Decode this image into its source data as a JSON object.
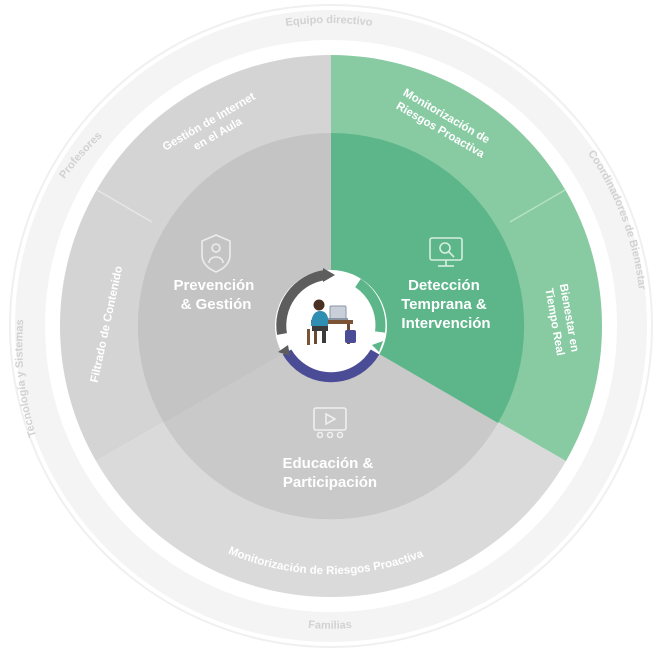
{
  "outer_ring": {
    "top": "Equipo directivo",
    "upper_left": "Profesores",
    "right": "Coordinadores de Bienestar",
    "left": "Tecnología y Sistemas",
    "bottom": "Familias"
  },
  "sectors": {
    "prevention": {
      "title_line1": "Prevención",
      "title_line2": "& Gestión",
      "icon": "shield-person-icon",
      "sub_top_line1": "Gestión de Internet",
      "sub_top_line2": "en el Aula",
      "sub_left": "Filtrado de Contenido"
    },
    "detection": {
      "title_line1": "Detección",
      "title_line2": "Temprana &",
      "title_line3": "Intervención",
      "icon": "monitor-search-icon",
      "sub_top_line1": "Monitorización de",
      "sub_top_line2": "Riesgos Proactiva",
      "sub_right_line1": "Bienestar en",
      "sub_right_line2": "Tiempo Real"
    },
    "education": {
      "title_line1": "Educación &",
      "title_line2": "Participación",
      "icon": "video-audience-icon",
      "sub_bottom": "Monitorización de Riesgos Proactiva"
    }
  },
  "center": {
    "icon": "student-at-desk-icon"
  },
  "colors": {
    "gray_outer": "#d4d4d4",
    "gray_inner": "#c3c3c3",
    "green_outer": "#88cba3",
    "green_inner": "#5cb689",
    "ring_gray": "#f1f1f1",
    "navy": "#4b4c96",
    "center_dark": "#5d5d5d"
  }
}
